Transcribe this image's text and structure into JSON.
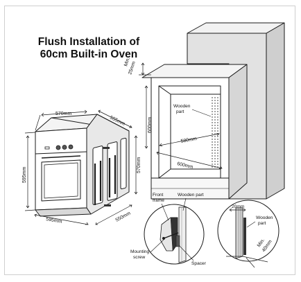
{
  "title": {
    "line1": "Flush Installation of",
    "line2": "60cm Built-in Oven"
  },
  "dimensions": {
    "min_25mm_a": "Min.",
    "min_25mm_b": "25mm",
    "oven_width_top": "570mm",
    "oven_depth_top": "555mm",
    "oven_height": "595mm",
    "oven_width_bottom": "595mm",
    "oven_depth_bottom": "550mm",
    "oven_side_height": "570mm",
    "cabinet_height": "600mm",
    "cabinet_inner_width": "580mm",
    "cabinet_width": "600mm",
    "gap_20mm": "20mm",
    "min_40mm_a": "Min.",
    "min_40mm_b": "40mm"
  },
  "labels": {
    "wooden_part_cabinet_a": "Wooden",
    "wooden_part_cabinet_b": "part",
    "front_frame_a": "Front",
    "front_frame_b": "frame",
    "wooden_part_detail": "Wooden part",
    "mounting_screw_a": "Mounting",
    "mounting_screw_b": "screw",
    "spacer": "Spacer",
    "wooden_part_right_a": "Wooden",
    "wooden_part_right_b": "part"
  },
  "colors": {
    "line": "#1a1a1a",
    "wall_fill": "#dedede",
    "panel_fill": "#ececec",
    "dark_fill": "#333333"
  }
}
